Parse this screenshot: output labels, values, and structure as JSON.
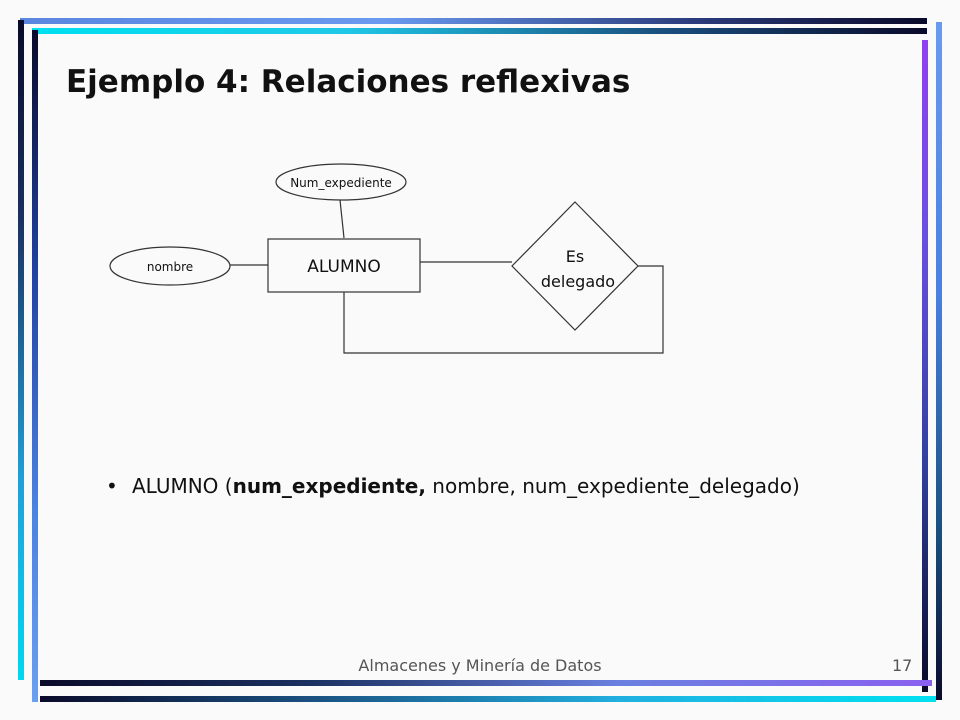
{
  "slide": {
    "title": "Ejemplo 4: Relaciones reflexivas"
  },
  "diagram": {
    "entity": "ALUMNO",
    "attributes": [
      "Num_expediente",
      "nombre"
    ],
    "relationship_line1": "Es",
    "relationship_line2": "delegado"
  },
  "bullet": {
    "prefix": "ALUMNO (",
    "key": "num_expediente,",
    "rest": " nombre, num_expediente_delegado)"
  },
  "footer": {
    "text": "Almacenes y Minería de Datos",
    "page": "17"
  }
}
